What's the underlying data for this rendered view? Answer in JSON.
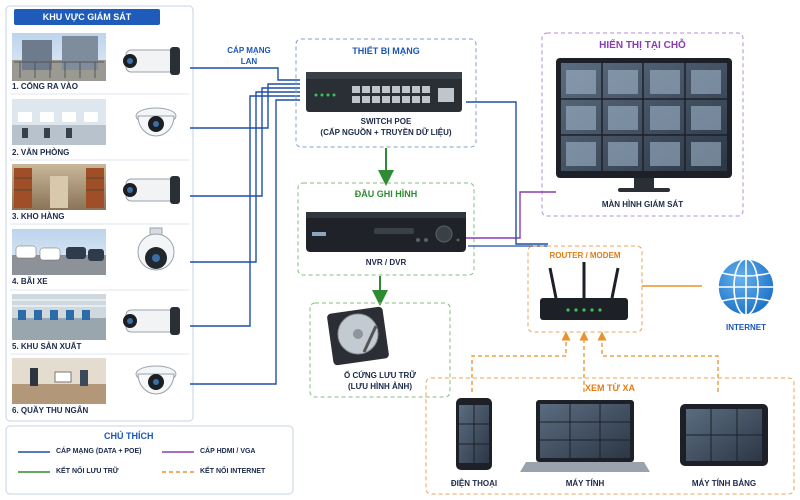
{
  "monitoring_zone": {
    "title": "KHU VỰC GIÁM SÁT",
    "cameras": [
      {
        "label": "1. CỔNG RA VÀO"
      },
      {
        "label": "2. VĂN PHÒNG"
      },
      {
        "label": "3. KHO HÀNG"
      },
      {
        "label": "4. BÃI XE"
      },
      {
        "label": "5. KHU SẢN XUẤT"
      },
      {
        "label": "6. QUẦY THU NGÂN"
      }
    ]
  },
  "cable_label": {
    "line1": "CÁP MẠNG",
    "line2": "LAN"
  },
  "network_device": {
    "title": "THIẾT BỊ MẠNG",
    "device_name": "SWITCH POE",
    "device_desc": "(CẤP NGUỒN + TRUYỀN DỮ LIỆU)"
  },
  "recorder": {
    "title": "ĐẦU GHI HÌNH",
    "device_name": "NVR / DVR"
  },
  "storage": {
    "line1": "Ổ CỨNG LƯU TRỮ",
    "line2": "(LƯU HÌNH ẢNH)"
  },
  "local_display": {
    "title": "HIỂN THỊ TẠI CHỖ",
    "device_name": "MÀN HÌNH GIÁM SÁT"
  },
  "router": {
    "title": "ROUTER / MODEM"
  },
  "internet": {
    "label": "INTERNET"
  },
  "remote_view": {
    "title": "XEM TỪ XA",
    "devices": [
      {
        "label": "ĐIỆN THOẠI"
      },
      {
        "label": "MÁY TÍNH"
      },
      {
        "label": "MÁY TÍNH BẢNG"
      }
    ]
  },
  "legend": {
    "title": "CHÚ THÍCH",
    "items": [
      {
        "label": "CÁP MẠNG (DATA + POE)",
        "color": "#1f4fa8"
      },
      {
        "label": "CÁP HDMI / VGA",
        "color": "#8a3cb2"
      },
      {
        "label": "KẾT NỐI LƯU TRỮ",
        "color": "#2e8b32"
      },
      {
        "label": "KẾT NỐI INTERNET",
        "color": "#e8922a"
      }
    ]
  },
  "colors": {
    "network": "#1f4fa8",
    "hdmi": "#8a3cb2",
    "storage": "#2e8b32",
    "internet": "#e8922a"
  }
}
